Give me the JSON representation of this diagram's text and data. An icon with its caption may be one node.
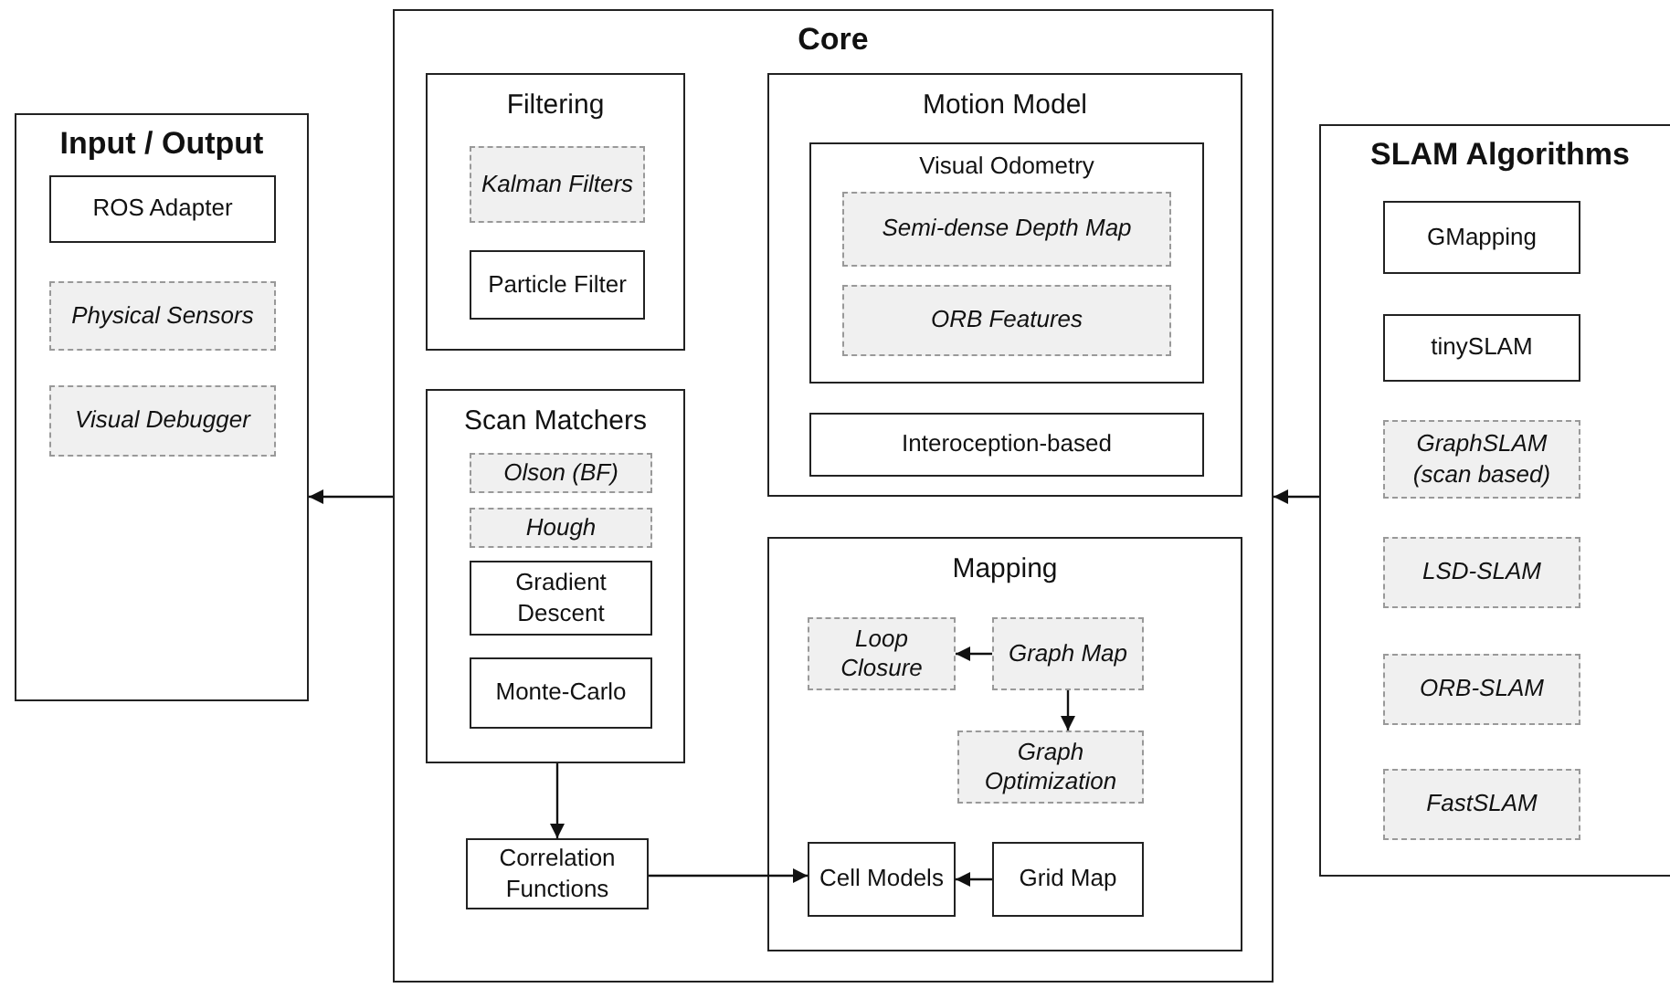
{
  "diagram": {
    "nodes": [
      {
        "text": [
          "Core"
        ]
      },
      {
        "text": [
          "Filtering"
        ],
        "in": 0
      },
      {
        "text": [
          "Kalman Filters"
        ],
        "in": 1
      },
      {
        "text": [
          "Particle Filter"
        ],
        "in": 1
      },
      {
        "text": [
          "Scan Matchers"
        ],
        "in": 0
      },
      {
        "text": [
          "Olson (BF)"
        ],
        "in": 4
      },
      {
        "text": [
          "Hough"
        ],
        "in": 4
      },
      {
        "text": [
          "Gradient Descent"
        ],
        "in": 4
      },
      {
        "text": [
          "Monte-Carlo"
        ],
        "in": 4
      },
      {
        "text": [
          "Correlation Functions"
        ],
        "in": 0
      },
      {
        "text": [
          "Motion Model"
        ],
        "in": 0
      },
      {
        "text": [
          "Visual Odometry"
        ],
        "in": 10
      },
      {
        "text": [
          "Semi-dense Depth Map"
        ],
        "in": 11
      },
      {
        "text": [
          "ORB Features"
        ],
        "in": 11
      },
      {
        "text": [
          "Interoception-based"
        ],
        "in": 10
      },
      {
        "text": [
          "Mapping"
        ],
        "in": 0
      },
      {
        "text": [
          "Loop Closure"
        ],
        "in": 15
      },
      {
        "text": [
          "Graph Map"
        ],
        "in": 15
      },
      {
        "text": [
          "Graph Optimization"
        ],
        "in": 15
      },
      {
        "text": [
          "Cell Models"
        ],
        "in": 15
      },
      {
        "text": [
          "Grid Map"
        ],
        "in": 15
      },
      {
        "text": [
          "Input / Output"
        ]
      },
      {
        "text": [
          "ROS Adapter"
        ],
        "in": 21
      },
      {
        "text": [
          "Physical Sensors"
        ],
        "in": 21
      },
      {
        "text": [
          "Visual Debugger"
        ],
        "in": 21
      },
      {
        "text": [
          "SLAM Algorithms"
        ]
      },
      {
        "text": [
          "GMapping"
        ],
        "in": 25
      },
      {
        "text": [
          "tinySLAM"
        ],
        "in": 25
      },
      {
        "text": [
          "GraphSLAM (scan based)"
        ],
        "in": 25
      },
      {
        "text": [
          "LSD-SLAM"
        ],
        "in": 25
      },
      {
        "text": [
          "ORB-SLAM"
        ],
        "in": 25
      },
      {
        "text": [
          "FastSLAM"
        ],
        "in": 25
      }
    ],
    "edges": [
      {
        "from": 0,
        "to": 21,
        "arrow": "to"
      },
      {
        "from": 25,
        "to": 0,
        "arrow": "to"
      },
      {
        "from": 4,
        "to": 9,
        "arrow": "to"
      },
      {
        "from": 9,
        "to": 19,
        "arrow": "to"
      },
      {
        "from": 17,
        "to": 16,
        "arrow": "to"
      },
      {
        "from": 17,
        "to": 18,
        "arrow": "to"
      },
      {
        "from": 20,
        "to": 19,
        "arrow": "to"
      }
    ]
  }
}
